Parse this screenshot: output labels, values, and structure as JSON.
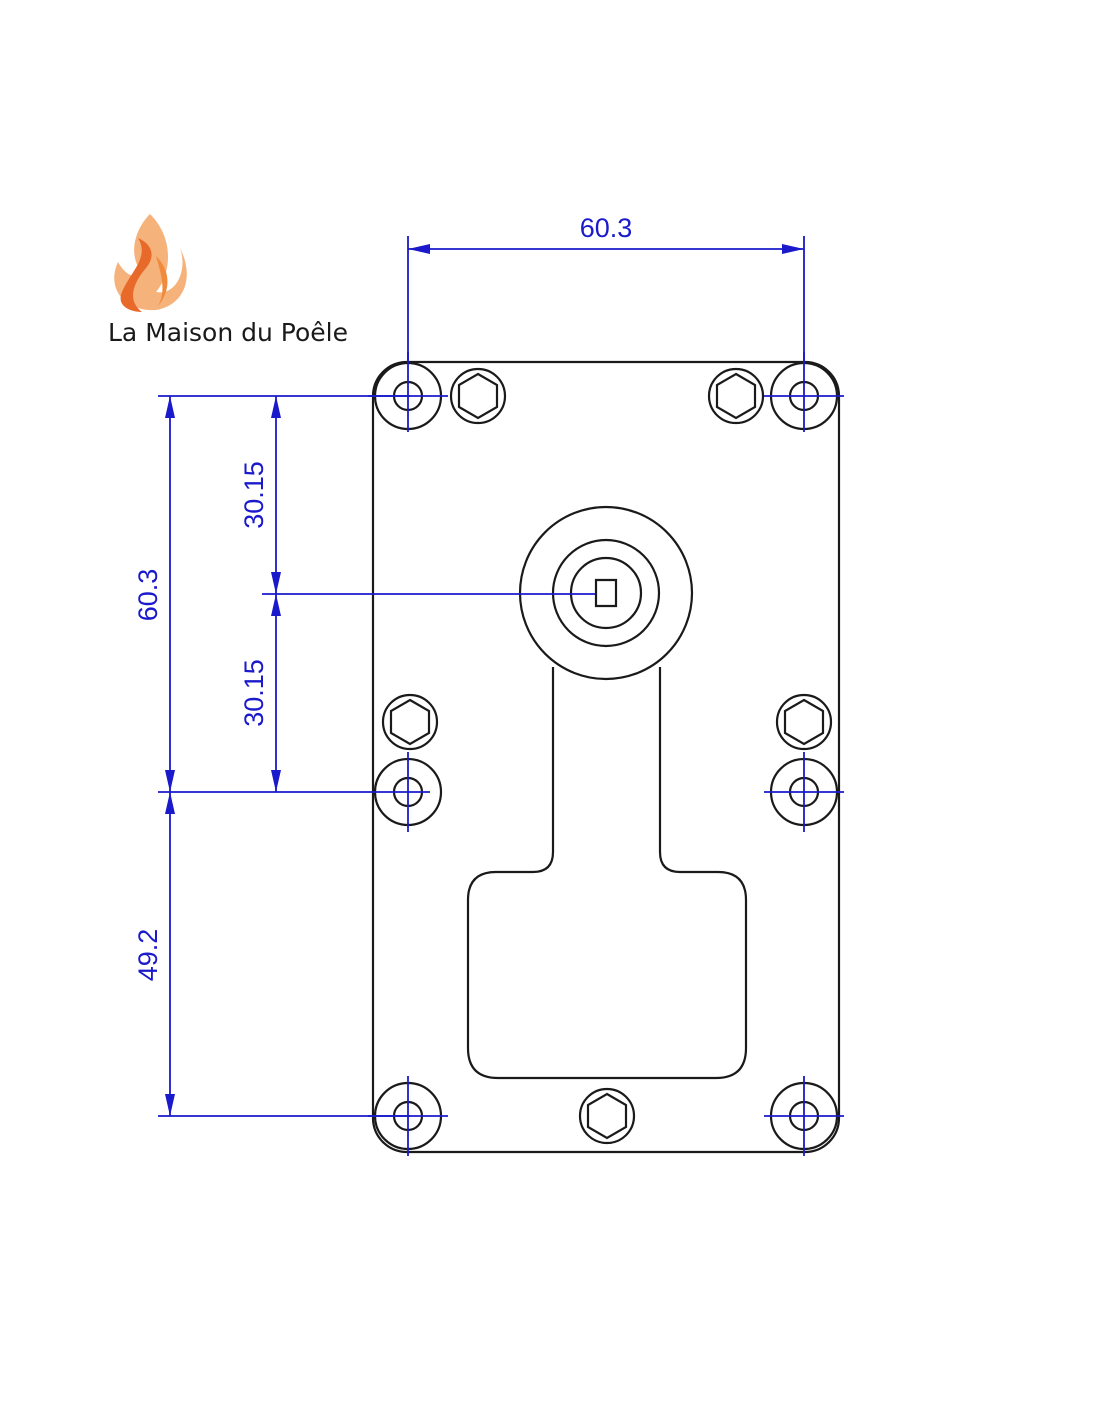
{
  "brand": {
    "name": "La Maison du Poêle",
    "flame_colors": [
      "#f08a3c",
      "#f5b27a",
      "#e86a2a"
    ]
  },
  "dimensions": {
    "top_width": "60.3",
    "upper_half": "30.15",
    "lower_half": "30.15",
    "left_height": "60.3",
    "bottom_height": "49.2"
  },
  "colors": {
    "outline": "#1a1a1a",
    "dimension": "#1a1acc"
  }
}
